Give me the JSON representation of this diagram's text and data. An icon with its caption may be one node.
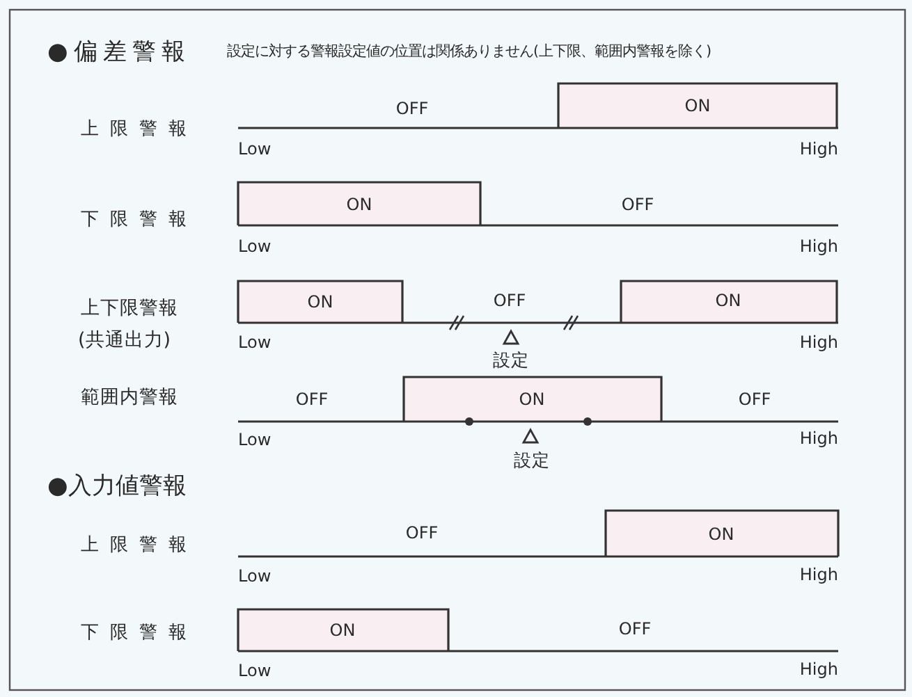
{
  "diagram": {
    "labels": [
      "●偏差警報",
      "設定に対する警報設定値の位置は関係ありません(上下限、範囲内警報を除く)",
      "上限警報",
      "OFF",
      "ON",
      "Low",
      "High",
      "下限警報",
      "ON",
      "OFF",
      "Low",
      "High",
      "上下限警報",
      "ON",
      "OFF",
      "ON",
      "(共通出力)",
      "Low",
      "High",
      "設定",
      "範囲内警報",
      "OFF",
      "ON",
      "OFF",
      "Low",
      "High",
      "設定",
      "●入力値警報",
      "上限警報",
      "OFF",
      "ON",
      "Low",
      "High",
      "下限警報",
      "ON",
      "OFF",
      "Low",
      "High"
    ]
  }
}
